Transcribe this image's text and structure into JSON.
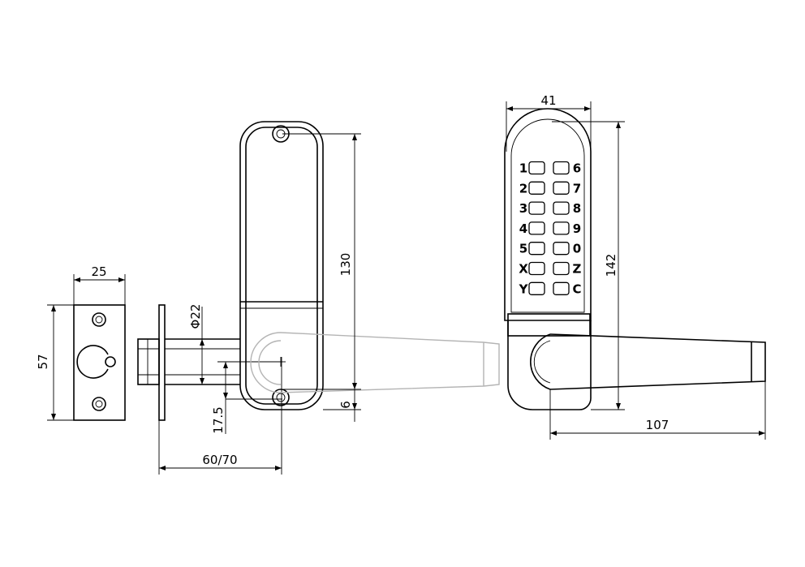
{
  "dimensions": {
    "strike_width": "25",
    "strike_height": "57",
    "spindle_diameter": "Φ22",
    "spindle_offset": "17.5",
    "backset": "60/70",
    "body_height": "130",
    "bottom_offset": "6",
    "keypad_width": "41",
    "keypad_height": "142",
    "lever_length": "107"
  },
  "keypad": {
    "left_keys": [
      "1",
      "2",
      "3",
      "4",
      "5",
      "X",
      "Y"
    ],
    "right_keys": [
      "6",
      "7",
      "8",
      "9",
      "0",
      "Z",
      "C"
    ]
  }
}
